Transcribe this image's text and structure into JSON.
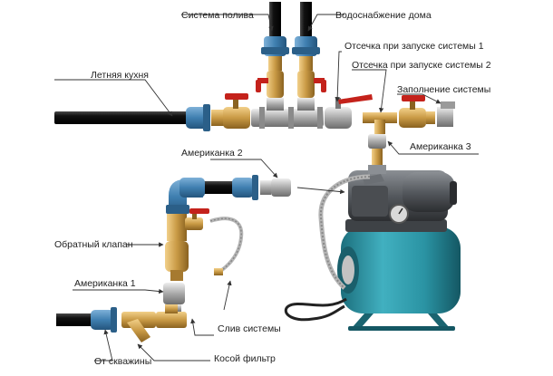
{
  "labels": {
    "irrigation": "Система полива",
    "house_supply": "Водоснабжение дома",
    "summer_kitchen": "Летняя кухня",
    "cutoff_1": "Отсечка при запуске системы 1",
    "cutoff_2": "Отсечка при запуске системы 2",
    "filling": "Заполнение системы",
    "union_3": "Американка 3",
    "union_2": "Американка 2",
    "check_valve": "Обратный клапан",
    "union_1": "Американка 1",
    "drain": "Слив системы",
    "from_well": "От скважины",
    "y_filter": "Косой фильтр"
  },
  "colors": {
    "pipe": "#1b1b1b",
    "fitting_blue": "#3f7fb0",
    "brass": "#c99a45",
    "valve_red": "#c4221b",
    "tank": "#2a93a3",
    "pump": "#5a5d61"
  }
}
